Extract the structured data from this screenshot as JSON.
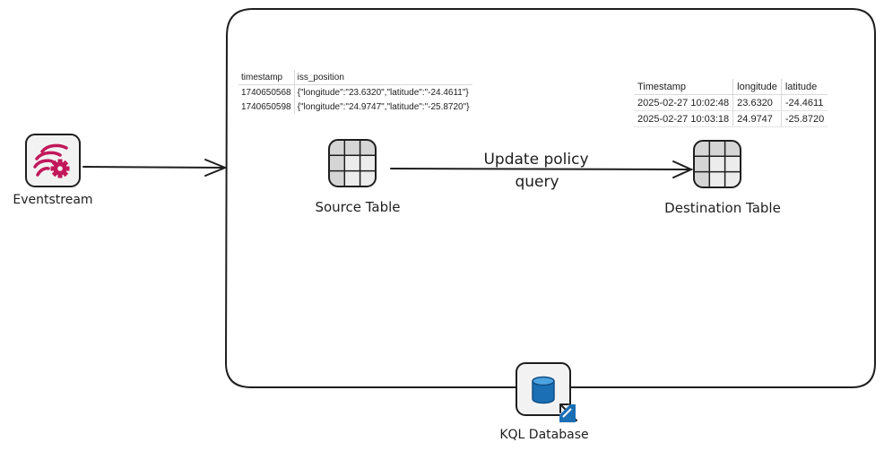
{
  "nodes": {
    "eventstream": {
      "label": "Eventstream",
      "icon": "eventstream-icon",
      "color": "#c2185b"
    },
    "source_table": {
      "label": "Source Table",
      "icon": "table-grid-icon"
    },
    "destination_table": {
      "label": "Destination Table",
      "icon": "table-grid-icon"
    },
    "kql_database": {
      "label": "KQL Database",
      "icon": "database-icon",
      "color": "#1a6fb5"
    }
  },
  "edges": {
    "update_policy": {
      "label_line1": "Update policy",
      "label_line2": "query"
    }
  },
  "source_sample": {
    "columns": [
      "timestamp",
      "iss_position"
    ],
    "rows": [
      [
        "1740650568",
        "{\"longitude\":\"23.6320\",\"latitude\":\"-24.4611\"}"
      ],
      [
        "1740650598",
        "{\"longitude\":\"24.9747\",\"latitude\":\"-25.8720\"}"
      ]
    ]
  },
  "destination_sample": {
    "columns": [
      "Timestamp",
      "longitude",
      "latitude"
    ],
    "rows": [
      [
        "2025-02-27 10:02:48",
        "23.6320",
        "-24.4611"
      ],
      [
        "2025-02-27 10:03:18",
        "24.9747",
        "-25.8720"
      ]
    ]
  }
}
